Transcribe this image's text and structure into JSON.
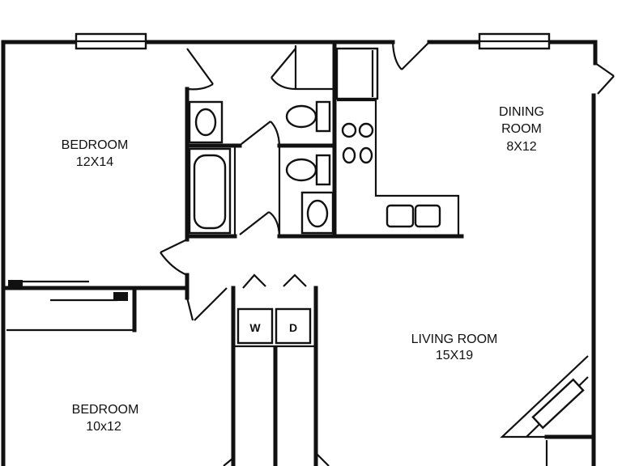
{
  "rooms": {
    "bedroom_1": {
      "name": "BEDROOM",
      "size": "12X14"
    },
    "bedroom_2": {
      "name": "BEDROOM",
      "size": "10x12"
    },
    "dining": {
      "name_line1": "DINING",
      "name_line2": "ROOM",
      "size": "8X12"
    },
    "living": {
      "name": "LIVING ROOM",
      "size": "15X19"
    }
  },
  "appliances": {
    "washer": "W",
    "dryer": "D"
  }
}
